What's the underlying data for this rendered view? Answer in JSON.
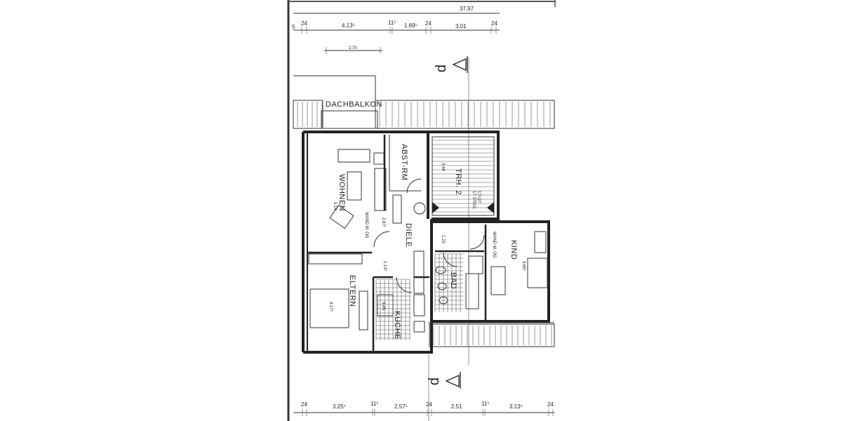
{
  "plan": {
    "overall_dimension": "37.97",
    "top_dimensions": [
      "5",
      "24",
      "4.13⁵",
      "11⁵",
      "1.69⁵",
      "24",
      "3.01",
      "24"
    ],
    "top_sub_dimension": "2.70",
    "bottom_dimensions": [
      "24",
      "3.25⁵",
      "11⁵",
      "2.57⁵",
      "24",
      "2.51",
      "11⁵",
      "3.13⁵",
      "24"
    ],
    "section_marker": "p",
    "rooms": {
      "balcony": "DACHBALKON",
      "living": "WOHNEN",
      "storage": "ABST-RM",
      "hall": "DIELE",
      "bedroom": "ELTERN",
      "kitchen": "KÜCHE",
      "bath": "BAD",
      "child": "KIND",
      "stair": "TRH. 2"
    },
    "annotations": {
      "wall_note": "WAND M. OG",
      "stair_steps": "17 STGG.",
      "stair_ratio": "17⁵/27",
      "living_dim": "5.14",
      "hall_dim": "2.87⁵",
      "hall_dim2": "1.13⁵",
      "bedroom_dim": "4.17⁵",
      "kitchen_dim": "3.45",
      "corridor_dim": "1.25",
      "child_dim": "3.65⁵",
      "stair_dim": "3.44"
    }
  }
}
